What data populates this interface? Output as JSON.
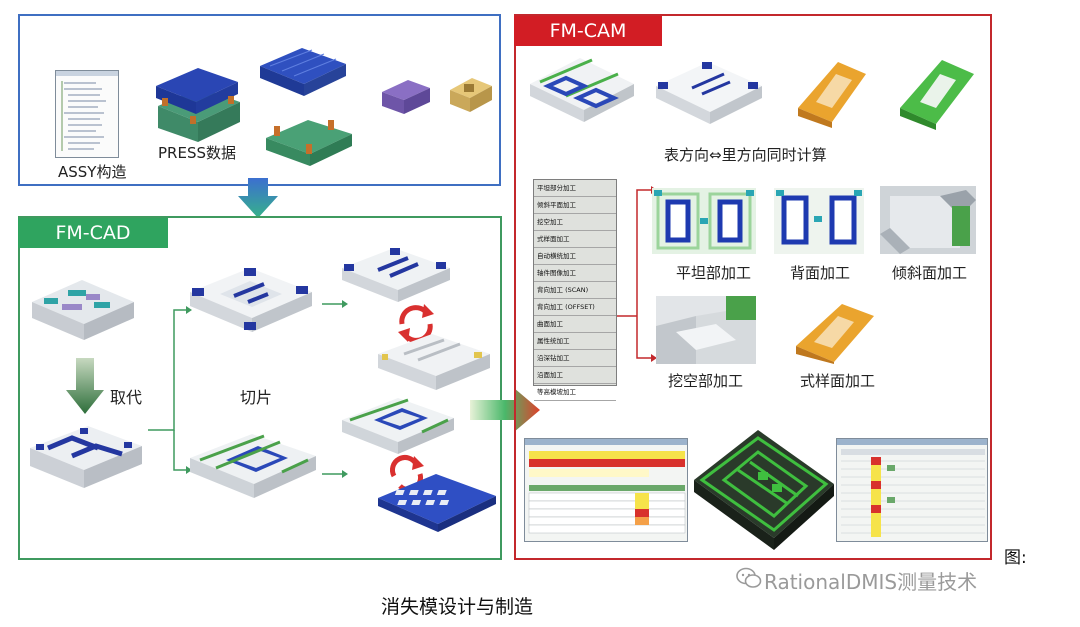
{
  "panels": {
    "press": {
      "labels": {
        "assy": "ASSY构造",
        "press": "PRESS数据"
      }
    },
    "cad": {
      "tag": "FM-CAD",
      "labels": {
        "replace": "取代",
        "slice": "切片"
      }
    },
    "cam": {
      "tag": "FM-CAM",
      "labels": {
        "both_sides": "表方向⇔里方向同时计算",
        "flat": "平坦部加工",
        "back": "背面加工",
        "incline": "倾斜面加工",
        "pocket": "挖空部加工",
        "style": "式样面加工"
      },
      "menu_items": [
        "平坦部分加工",
        "倾斜平面加工",
        "挖空加工",
        "式样面加工",
        "自动横统加工",
        "轴件图像加工",
        "背向加工 (SCAN)",
        "背向加工 (OFFSET)",
        "曲面加工",
        "属性统加工",
        "沿深钻加工",
        "沿面加工",
        "等高模坡加工"
      ]
    }
  },
  "caption": "消失模设计与制造",
  "fig_label": "图:",
  "watermark": "RationalDMIS测量技术",
  "colors": {
    "blue": "#3f6fc2",
    "green": "#3f9a5f",
    "red": "#c3282c",
    "tag_green": "#2fa45f",
    "tag_red": "#d21d24"
  }
}
